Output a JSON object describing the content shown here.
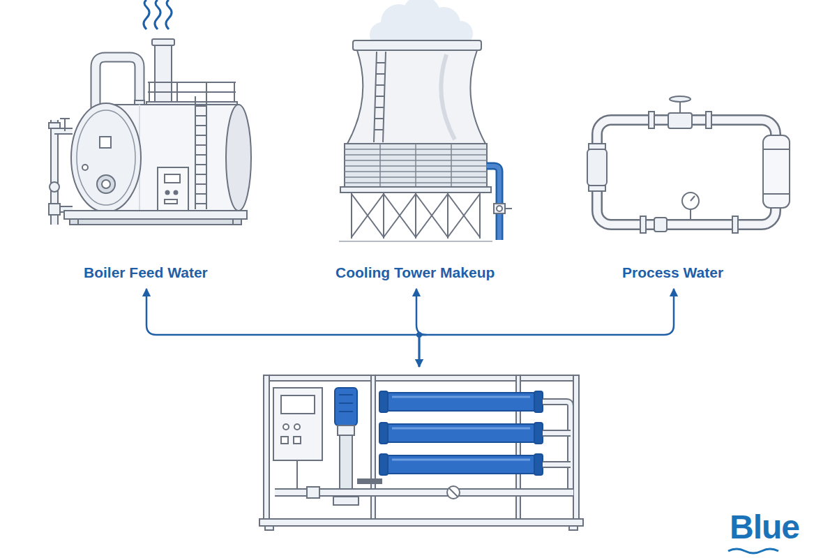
{
  "diagram": {
    "nodes": [
      {
        "text": [
          "Boiler Feed Water"
        ]
      },
      {
        "text": [
          "Cooling Tower Makeup"
        ]
      },
      {
        "text": [
          "Process Water"
        ]
      },
      {
        "text": []
      }
    ],
    "edges": [
      {
        "from": 3,
        "to": 0,
        "arrow": "to"
      },
      {
        "from": 3,
        "to": 1,
        "arrow": "both"
      },
      {
        "from": 3,
        "to": 2,
        "arrow": "to"
      }
    ],
    "labels": [
      "Blue"
    ]
  }
}
